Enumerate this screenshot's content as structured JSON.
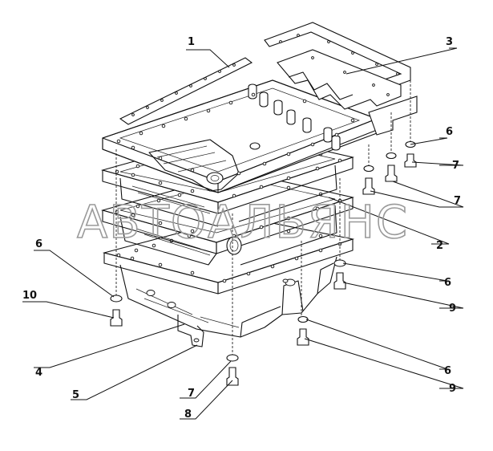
{
  "watermark": "АВТОАЛЬЯНС",
  "callouts": [
    "1",
    "3",
    "6",
    "7",
    "7",
    "2",
    "6",
    "10",
    "6",
    "9",
    "4",
    "6",
    "9",
    "5",
    "7",
    "8"
  ]
}
